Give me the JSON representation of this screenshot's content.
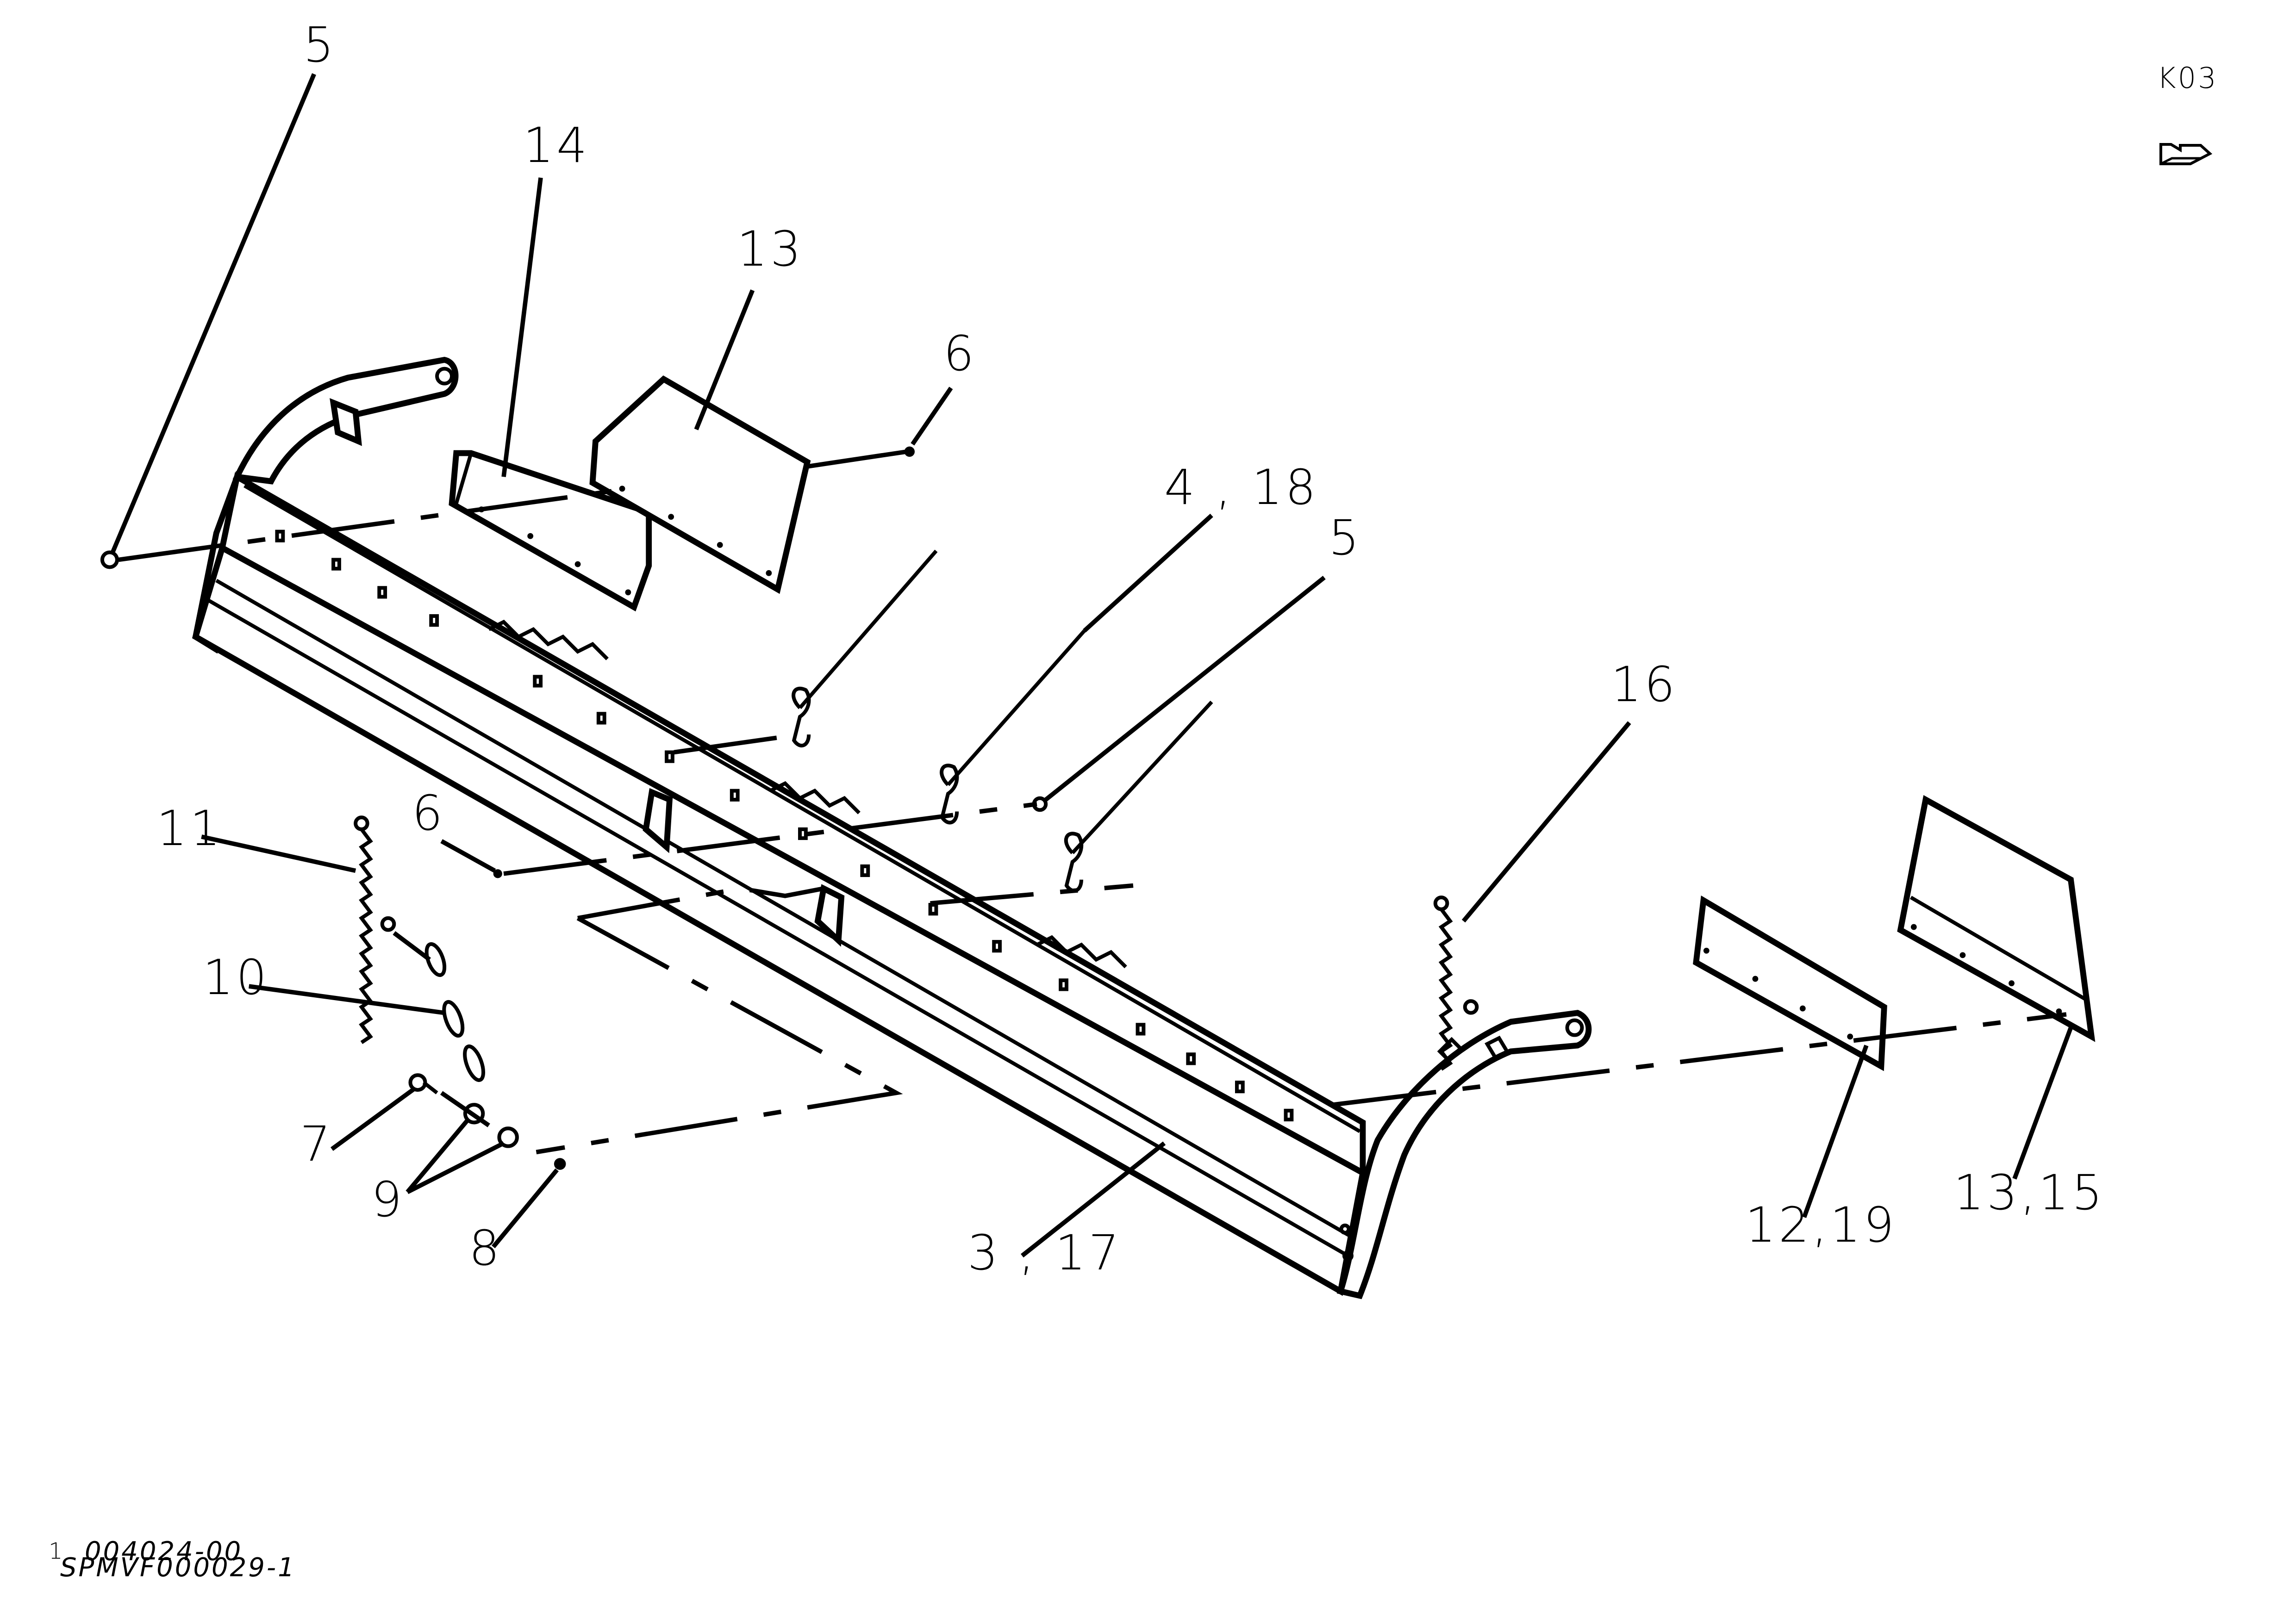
{
  "sheet": {
    "code": "K03",
    "nav_icon": "page-arrow-icon"
  },
  "callouts": {
    "c5_left": "5",
    "c14": "14",
    "c13": "13",
    "c6_top": "6",
    "c4_18": "4 , 18",
    "c5_mid": "5",
    "c16": "16",
    "c11": "11",
    "c6_left": "6",
    "c10": "10",
    "c7": "7",
    "c9": "9",
    "c8": "8",
    "c3_17": "3 , 17",
    "c12_19": "12,19",
    "c13_15": "13,15"
  },
  "footer": {
    "ref_index": "1",
    "ref_number": "004024-00",
    "drawing_id": "SPMVF000029-1"
  }
}
